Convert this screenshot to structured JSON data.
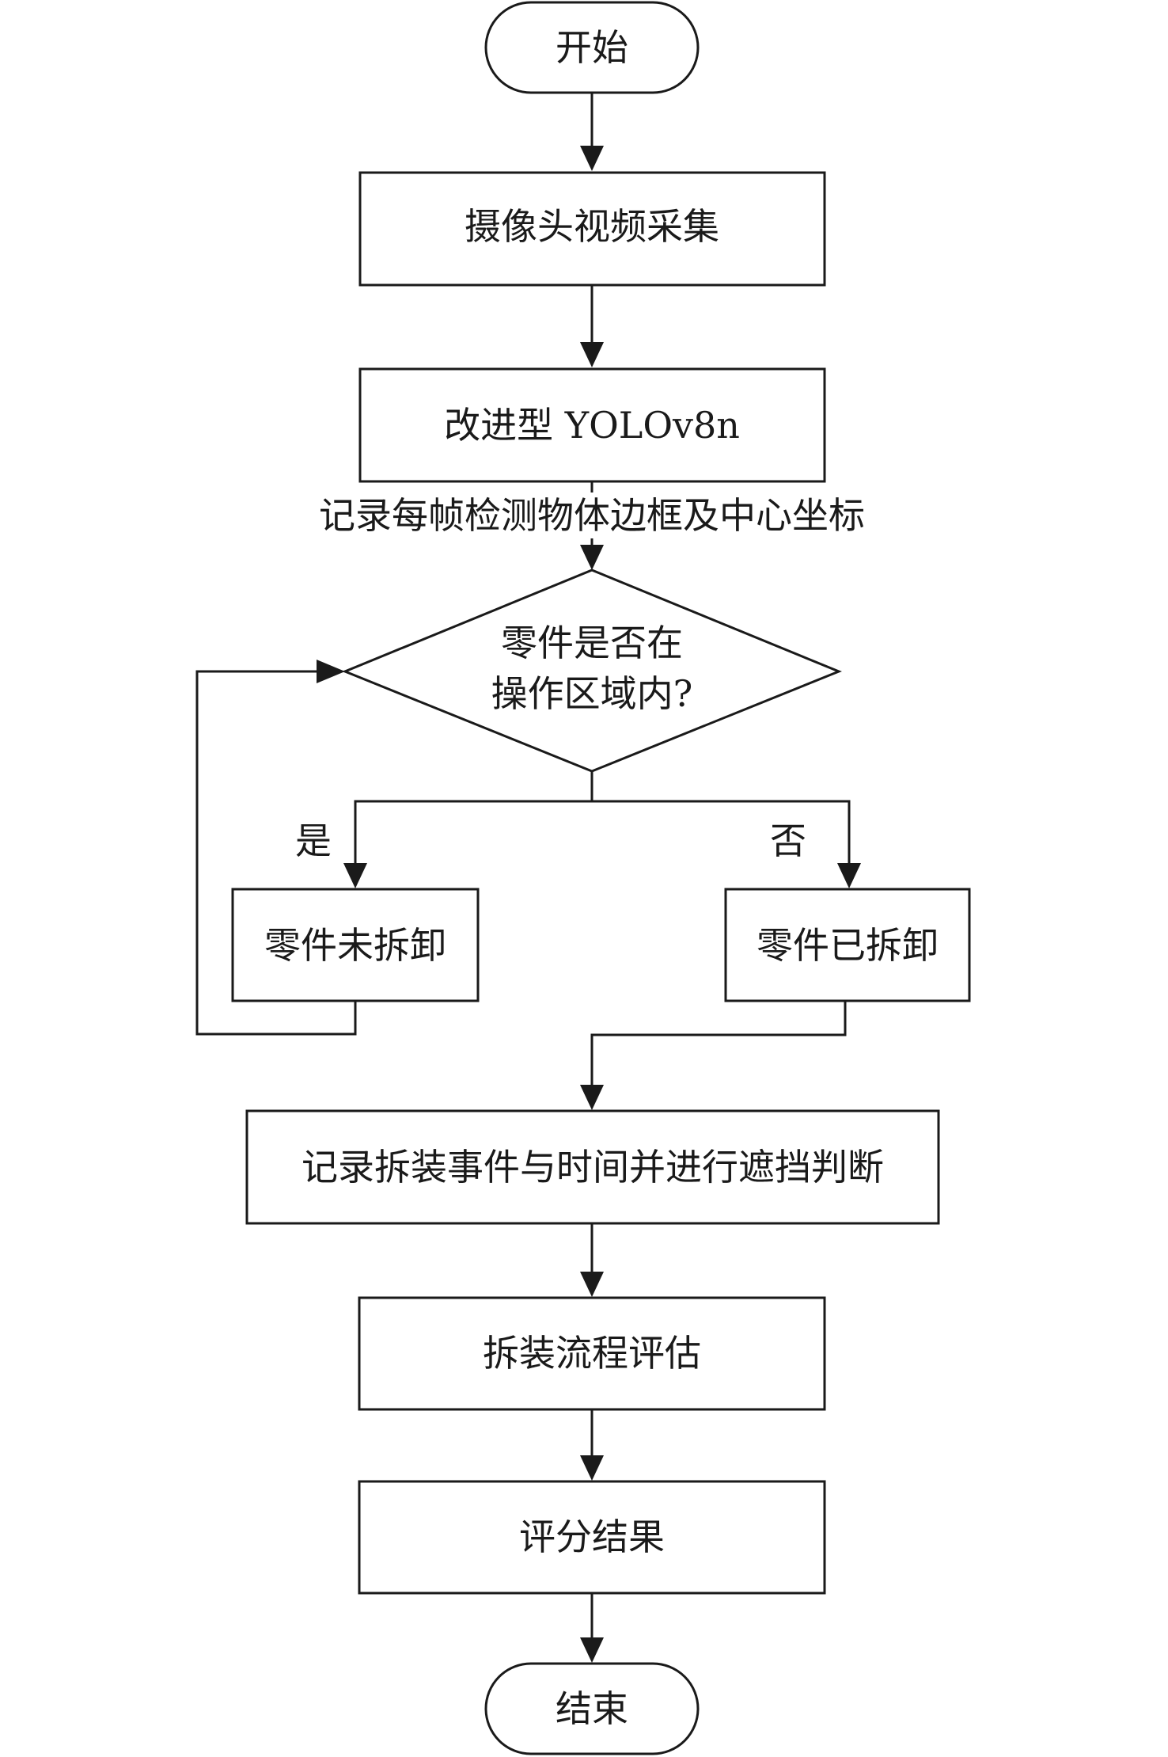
{
  "flowchart": {
    "start": "开始",
    "capture": "摄像头视频采集",
    "model": "改进型 YOLOv8n",
    "record_note": "记录每帧检测物体边框及中心坐标",
    "decision_line1": "零件是否在",
    "decision_line2": "操作区域内?",
    "yes_label": "是",
    "no_label": "否",
    "not_removed": "零件未拆卸",
    "removed": "零件已拆卸",
    "record_event": "记录拆装事件与时间并进行遮挡判断",
    "evaluate": "拆装流程评估",
    "score": "评分结果",
    "end": "结束"
  }
}
